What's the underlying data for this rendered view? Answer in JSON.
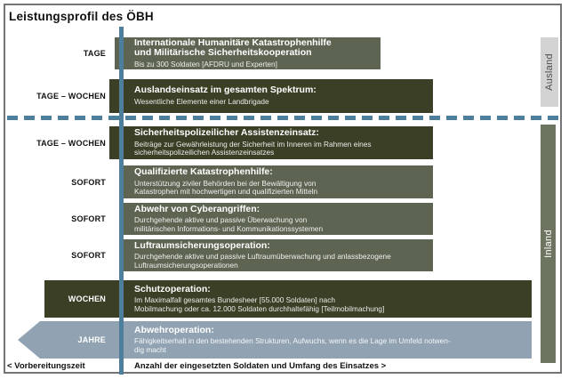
{
  "title": "Leistungsprofil des ÖBH",
  "colors": {
    "dark_olive": "#3a3f26",
    "gray_green": "#5d6452",
    "blue_gray": "#91a3b3",
    "steel_blue": "#4d7e9c",
    "ausland_bg": "#d3d3d3",
    "inland_bg": "#6d7561"
  },
  "side_labels": {
    "top": "Ausland",
    "bottom": "Inland"
  },
  "rows": [
    {
      "time": "TAGE",
      "title": "Internationale Humanitäre Katastrophenhilfe\nund Militärische Sicherheitskooperation",
      "subtitle": "Bis zu 300 Soldaten [AFDRU und Experten]",
      "color": "gray_green",
      "region": "Ausland"
    },
    {
      "time": "TAGE – WOCHEN",
      "title": "Auslandseinsatz im gesamten Spektrum:",
      "subtitle": "Wesentliche Elemente einer Landbrigade",
      "color": "dark_olive",
      "region": "Ausland"
    },
    {
      "time": "TAGE – WOCHEN",
      "title": "Sicherheitspolizeilicher Assistenzeinsatz:",
      "subtitle": "Beiträge zur Gewährleistung der Sicherheit im Inneren im Rahmen eines\nsicherheitspolizeilichen Assistenzeinsatzes",
      "color": "dark_olive",
      "region": "Inland"
    },
    {
      "time": "SOFORT",
      "title": "Qualifizierte Katastrophenhilfe:",
      "subtitle": "Unterstützung ziviler Behörden bei der Bewältigung von\nKatastrophen mit hochwertigen und qualifizierten Mitteln",
      "color": "gray_green",
      "region": "Inland"
    },
    {
      "time": "SOFORT",
      "title": "Abwehr von Cyberangriffen:",
      "subtitle": "Durchgehende aktive und passive Überwachung von\nmilitärischen Informations- und Kommunikationssystemen",
      "color": "gray_green",
      "region": "Inland"
    },
    {
      "time": "SOFORT",
      "title": "Luftraumsicherungsoperation:",
      "subtitle": "Durchgehende aktive und passive Luftraumüberwachung und anlassbezogene\nLuftraumsicherungsoperationen",
      "color": "gray_green",
      "region": "Inland"
    },
    {
      "time": "WOCHEN",
      "title": "Schutzoperation:",
      "subtitle": "Im Maximalfall gesamtes Bundesheer [55.000 Soldaten] nach\nMobilmachung oder ca. 12.000 Soldaten durchhaltefähig [Teilmobilmachung]",
      "color": "dark_olive",
      "region": "Inland"
    },
    {
      "time": "JAHRE",
      "title": "Abwehroperation:",
      "subtitle": "Fähigkeitserhalt in den bestehenden Strukturen, Aufwuchs, wenn es die Lage im Umfeld notwen-\ndig macht",
      "color": "blue_gray",
      "region": "Inland"
    }
  ],
  "footer": {
    "left": "< Vorbereitungszeit",
    "right": "Anzahl der eingesetzten Soldaten und Umfang des Einsatzes >"
  }
}
